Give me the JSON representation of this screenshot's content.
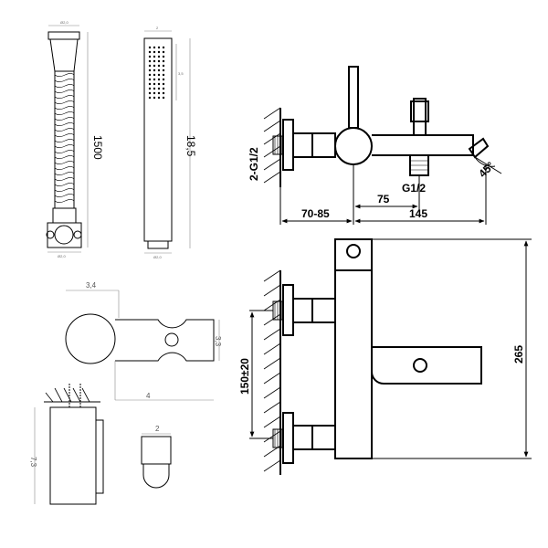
{
  "hose": {
    "length_label": "1500",
    "top_dim": "Ø2,0",
    "bottom_dim": "Ø2,0"
  },
  "hand_shower": {
    "length_label": "18,5",
    "top_dim": "2",
    "face_dim": "3,5",
    "bottom_dim": "Ø2,0"
  },
  "holder": {
    "width_label": "3,4",
    "height_label": "3,3",
    "depth_label": "4",
    "side_height_label": "7,3",
    "side_width_label": "2"
  },
  "mixer_top": {
    "inlet_thread": "2-G1/2",
    "outlet_thread": "G1/2",
    "wall_offset": "70-85",
    "spout_offset": "75",
    "spout_length": "145",
    "spout_angle": "45°"
  },
  "mixer_front": {
    "centers": "150±20",
    "height": "265"
  }
}
